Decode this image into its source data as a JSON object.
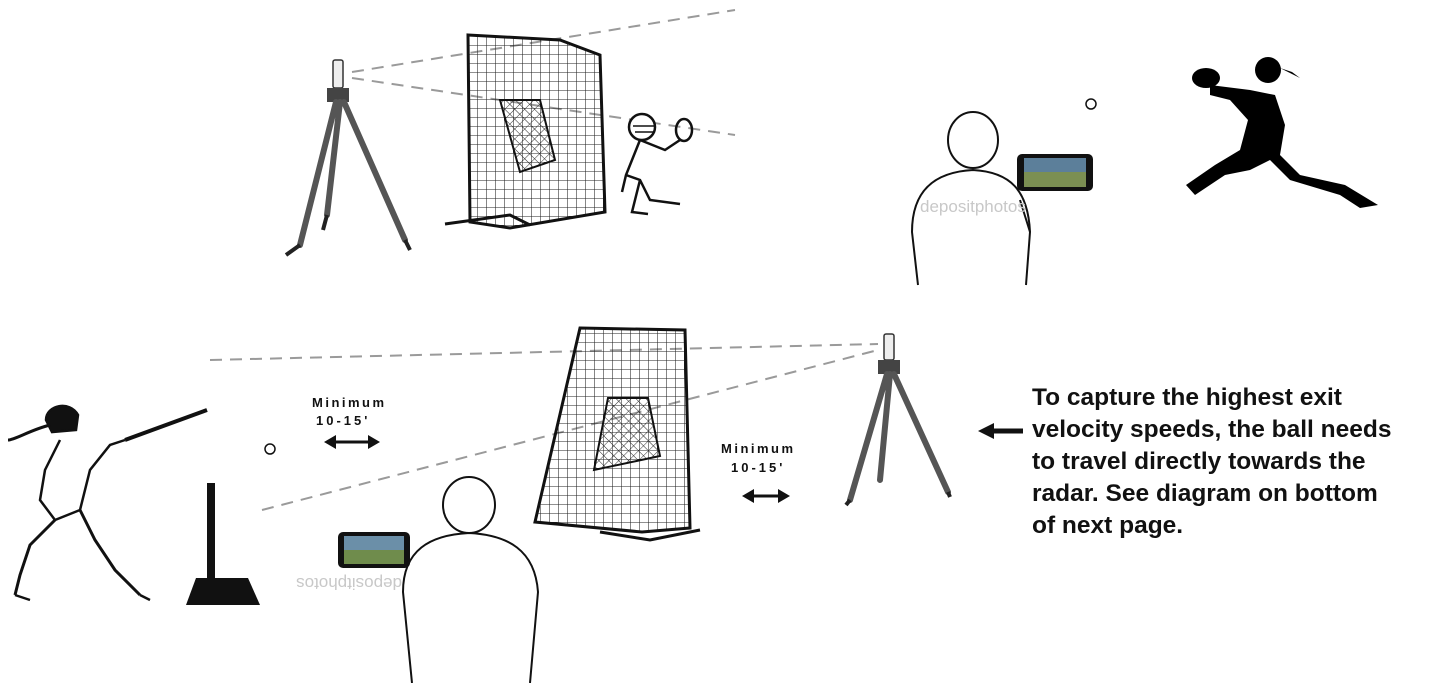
{
  "figure": {
    "top_section": {
      "minimum_label": "",
      "distance_label": ""
    },
    "bottom_section": {
      "left_gap": {
        "minimum_label": "Minimum",
        "distance_label": "10-15'"
      },
      "right_gap": {
        "minimum_label": "Minimum",
        "distance_label": "10-15'"
      }
    },
    "note_lines": [
      "To capture the highest exit",
      "velocity speeds, the ball needs",
      "to travel directly towards the",
      "radar. See diagram on bottom",
      "of next page."
    ],
    "watermarks": {
      "top": "depositphotos",
      "bottom": "depositphotos"
    },
    "icons": {
      "tripod": "tripod-radar-icon",
      "net": "pitching-net-icon",
      "catcher": "catcher-icon",
      "pitcher": "pitcher-silhouette-icon",
      "batter": "batter-icon",
      "tee": "batting-tee-icon",
      "person": "person-with-phone-icon",
      "arrow": "double-arrow-icon",
      "pointer": "left-arrow-icon",
      "ball": "ball-icon"
    },
    "colors": {
      "ink": "#111111",
      "dash": "#9a9a9a",
      "net_mesh": "#222222"
    }
  }
}
